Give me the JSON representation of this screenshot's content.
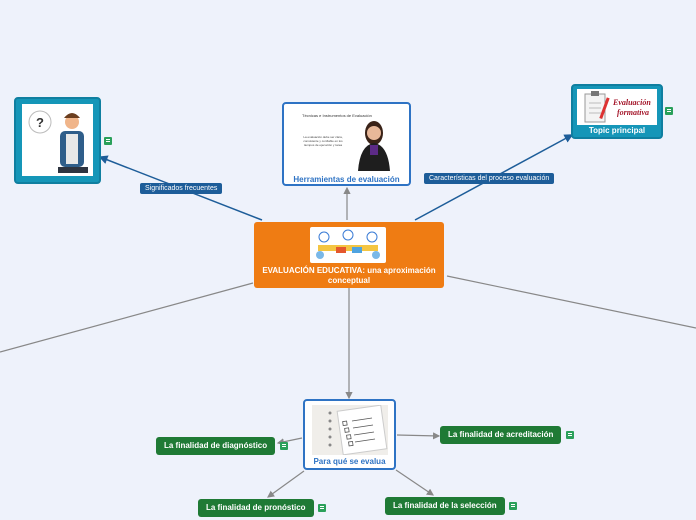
{
  "central_topic": {
    "title": "EVALUACIÓN EDUCATIVA: una aproximación conceptual"
  },
  "nodes": {
    "herramientas": {
      "title": "Herramientas de evaluación",
      "image_heading": "Técnicas e Instrumentos de Evaluación",
      "image_text": "La evaluación debe ser clara, consistente y confiable en los tiempos de ejecución y tarea"
    },
    "topic_principal": {
      "title": "Topic principal",
      "image_text_1": "Evaluación",
      "image_text_2": "formativa"
    },
    "para_que": {
      "title": "Para qué se evalua"
    }
  },
  "relationship_labels": {
    "significados": "Significados frecuentes",
    "caracteristicas": "Características del proceso evaluación"
  },
  "subtopics": {
    "diagnostico": "La finalidad de diagnóstico",
    "acreditacion": "La finalidad de acreditación",
    "pronostico": "La finalidad de pronóstico",
    "seleccion": "La finalidad de la selección"
  },
  "colors": {
    "central": "#ef7c13",
    "card_border": "#2e73c4",
    "teal": "#1596b8",
    "green": "#1f7a35",
    "label": "#1d5d99",
    "background": "#eef2fb"
  },
  "icons": [
    "question-person-icon",
    "presenter-icon",
    "clipboard-icon",
    "team-meeting-icon",
    "checklist-icon",
    "note-icon"
  ]
}
